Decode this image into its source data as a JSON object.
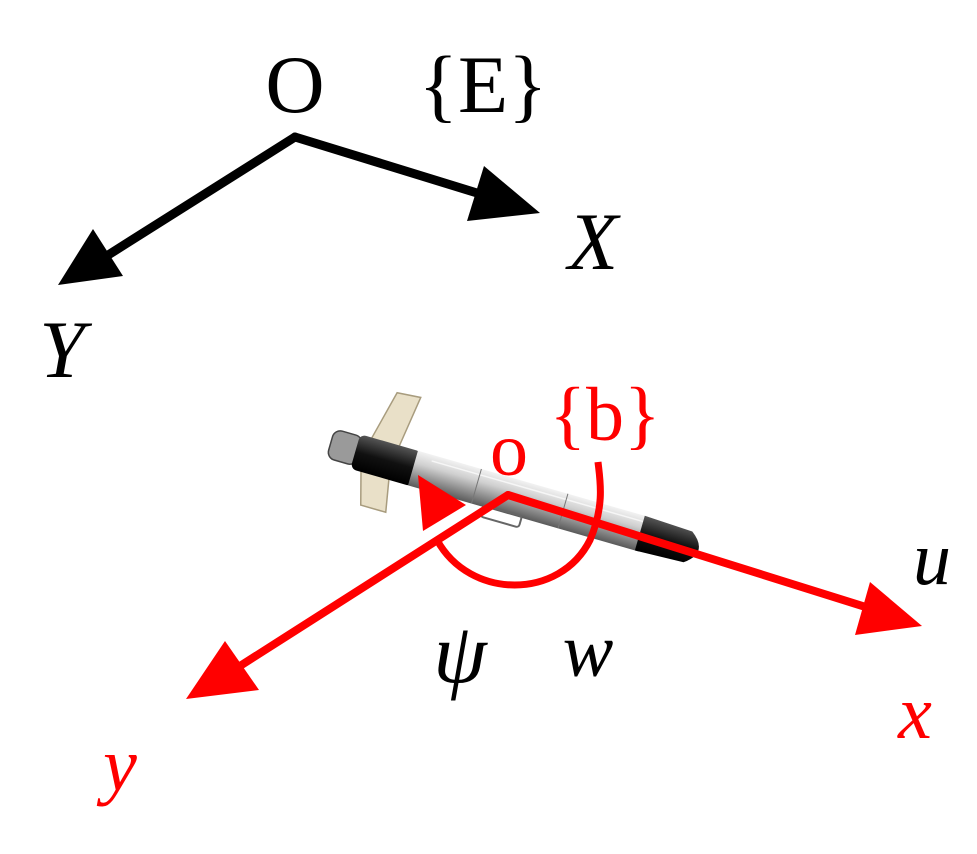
{
  "earth_frame": {
    "origin_label": "O",
    "frame_label": "{E}",
    "x_axis_label": "X",
    "y_axis_label": "Y"
  },
  "body_frame": {
    "origin_label": "o",
    "frame_label": "{b}",
    "x_axis_label": "x",
    "y_axis_label": "y"
  },
  "quantities": {
    "surge_label": "u",
    "yaw_angle_label": "ψ",
    "yaw_rate_label": "w"
  },
  "colors": {
    "earth_frame": "#000000",
    "body_frame": "#ff0000",
    "vehicle_hull": "#b9b9b9",
    "vehicle_nose": "#1a1a1a",
    "vehicle_fins": "#e9e0c8"
  },
  "icons": {
    "vehicle": "auv-torpedo-icon"
  }
}
